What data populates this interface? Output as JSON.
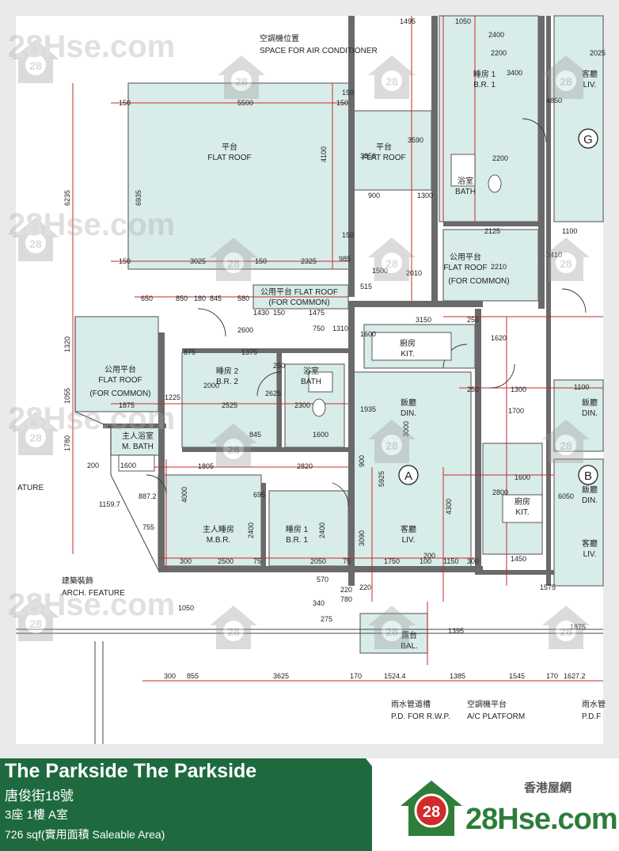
{
  "property": {
    "estate_name": "The Parkside The Parkside",
    "street": "唐俊街18號",
    "unit": "3座 1樓 A室",
    "area": "726 sqf(實用面積 Saleable Area)"
  },
  "brand": {
    "chinese": "香港屋網",
    "logo_word": "28Hse.com",
    "logo_number": "28",
    "watermark_word": "28Hse.com",
    "watermark_number": "28"
  },
  "rooms": [
    {
      "zh": "平台",
      "en": "FLAT ROOF"
    },
    {
      "zh": "平台",
      "en": "FLAT ROOF"
    },
    {
      "zh": "公用平台",
      "en": "FLAT ROOF"
    },
    {
      "zh": "(FOR COMMON)",
      "en": ""
    },
    {
      "zh": "公用平台 FLAT ROOF",
      "en": "(FOR COMMON)"
    },
    {
      "zh": "公用平台",
      "en": "FLAT ROOF"
    },
    {
      "zh": "(FOR COMMON)",
      "en": ""
    },
    {
      "zh": "廚房",
      "en": "KIT."
    },
    {
      "zh": "睡房 2",
      "en": "B.R. 2"
    },
    {
      "zh": "浴室",
      "en": "BATH"
    },
    {
      "zh": "主人浴室",
      "en": "M. BATH"
    },
    {
      "zh": "飯廳",
      "en": "DIN."
    },
    {
      "zh": "主人睡房",
      "en": "M.B.R."
    },
    {
      "zh": "睡房 1",
      "en": "B.R. 1"
    },
    {
      "zh": "客廳",
      "en": "LIV."
    },
    {
      "zh": "露台",
      "en": "BAL."
    },
    {
      "zh": "睡房 1",
      "en": "B.R. 1"
    },
    {
      "zh": "浴室",
      "en": "BATH"
    },
    {
      "zh": "客廳",
      "en": "LIV."
    },
    {
      "zh": "飯廳",
      "en": "DIN."
    },
    {
      "zh": "廚房",
      "en": "KIT."
    },
    {
      "zh": "飯廳",
      "en": "DIN."
    },
    {
      "zh": "客廳",
      "en": "LIV."
    }
  ],
  "callouts": [
    {
      "zh": "空調機位置",
      "en": "SPACE FOR AIR CONDITIONER"
    },
    {
      "zh": "建築裝飾",
      "en": "ARCH. FEATURE"
    },
    {
      "zh": "雨水管道槽",
      "en": "P.D. FOR R.W.P."
    },
    {
      "zh": "空調機平台",
      "en": "A/C PLATFORM"
    },
    {
      "zh": "雨水管",
      "en": "P.D.F"
    },
    {
      "zh": "ATURE",
      "en": ""
    }
  ],
  "unit_markers": [
    "A",
    "B",
    "G"
  ],
  "dimensions": {
    "top_a": [
      "150",
      "5500",
      "150",
      "150"
    ],
    "top_b": [
      "150",
      "3025",
      "150",
      "2325",
      "985",
      "150"
    ],
    "left": [
      "6235",
      "6935",
      "4100",
      "1320",
      "1055",
      "1780"
    ],
    "mid_row": [
      "650",
      "850",
      "180",
      "845",
      "580",
      "1430",
      "150",
      "1475"
    ],
    "mid_row2": [
      "1375",
      "250",
      "2525",
      "1875",
      "2820",
      "1805",
      "845",
      "1600"
    ],
    "rooms_a": [
      "4000",
      "2400",
      "2400",
      "3090",
      "5925",
      "4300",
      "3000",
      "900"
    ],
    "bottom_row": [
      "300",
      "2500",
      "75",
      "2050",
      "75",
      "1750",
      "100",
      "1150",
      "300"
    ],
    "bottom": [
      "300",
      "855",
      "3625",
      "170",
      "1524.4",
      "1385",
      "1545",
      "170",
      "1627.2"
    ],
    "right_a": [
      "1495",
      "1050",
      "2400",
      "2200",
      "2025",
      "3400",
      "3590",
      "2200",
      "3850",
      "900",
      "1300",
      "2125",
      "1100",
      "3410",
      "4850"
    ],
    "right_b": [
      "3150",
      "250",
      "1620",
      "1935",
      "250",
      "1300",
      "1700",
      "1100",
      "1600",
      "2800",
      "6050",
      "1450",
      "1875",
      "220",
      "1395",
      "1575"
    ],
    "misc": [
      "200",
      "1600",
      "887.2",
      "1159.7",
      "755",
      "695",
      "1050",
      "220",
      "275",
      "340",
      "570",
      "780",
      "1310",
      "750",
      "1600",
      "1225",
      "875",
      "2000",
      "2625",
      "2300",
      "1500",
      "2010",
      "2210",
      "515",
      "2600",
      "200"
    ]
  },
  "colors": {
    "room_fill": "#d8ecea",
    "wall": "#6a6a6a",
    "dimension_line": "#c72b2b",
    "footer_green": "#1e6a3e",
    "logo_green": "#2e7d3a",
    "logo_red": "#d12b2b"
  }
}
